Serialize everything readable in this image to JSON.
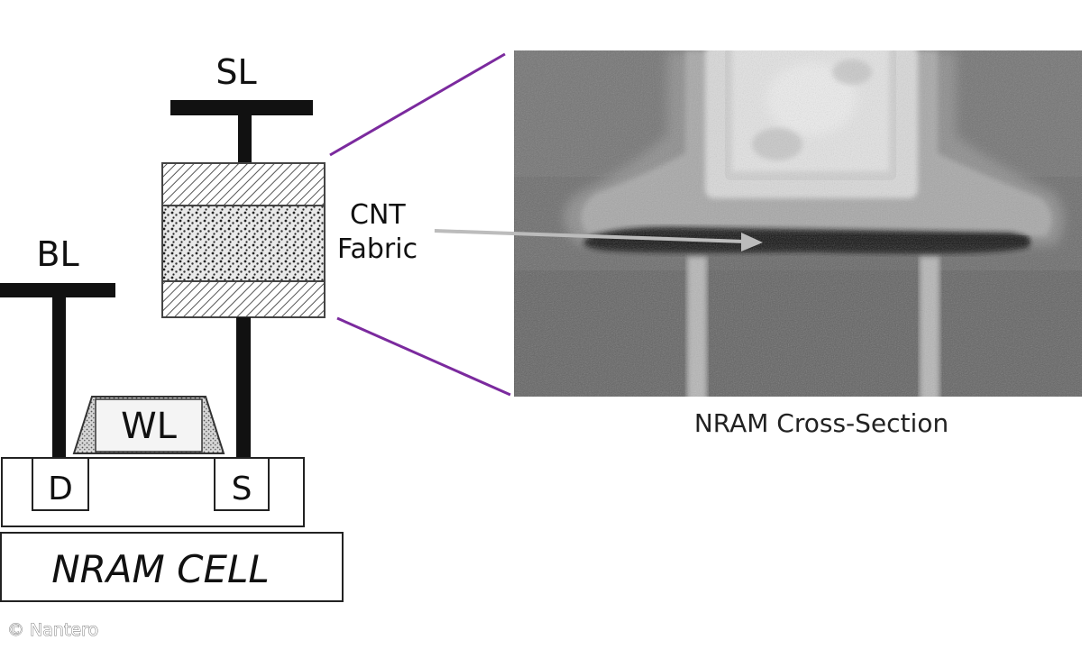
{
  "labels": {
    "sl": "SL",
    "bl": "BL",
    "wl": "WL",
    "drain": "D",
    "source": "S",
    "cell": "NRAM CELL",
    "cnt_line1": "CNT",
    "cnt_line2": "Fabric",
    "cross_section": "NRAM Cross-Section",
    "credit": "© Nantero"
  },
  "colors": {
    "zoom_lines": "#7b2a9e",
    "pointer_arrow": "#bcbcbc",
    "ink": "#111111"
  },
  "micrograph": {
    "description_icon": "sem-micrograph-image"
  }
}
